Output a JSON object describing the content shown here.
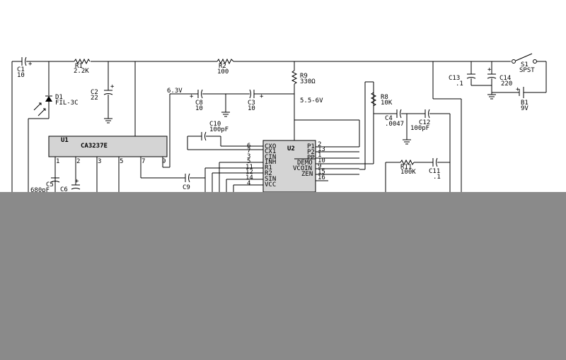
{
  "components": {
    "c1": {
      "ref": "C1",
      "value": "10"
    },
    "r1": {
      "ref": "R1",
      "value": "2.2K"
    },
    "c2": {
      "ref": "C2",
      "value": "22"
    },
    "r2": {
      "ref": "R2",
      "value": "100"
    },
    "r9": {
      "ref": "R9",
      "value": "330Ω"
    },
    "c13": {
      "ref": "C13",
      "value": ".1"
    },
    "c14": {
      "ref": "C14",
      "value": "220"
    },
    "s1": {
      "ref": "S1",
      "value": "SPST"
    },
    "b1": {
      "ref": "B1",
      "value": "9V"
    },
    "d1": {
      "ref": "D1",
      "value": "FIL-3C"
    },
    "c8": {
      "ref": "C8",
      "value": "10"
    },
    "c3": {
      "ref": "C3",
      "value": "10"
    },
    "r8": {
      "ref": "R8",
      "value": "10K"
    },
    "c4": {
      "ref": "C4",
      "value": ".0047"
    },
    "c12": {
      "ref": "C12",
      "value": "100pF"
    },
    "c10": {
      "ref": "C10",
      "value": "100pF"
    },
    "r11": {
      "ref": "R11",
      "value": "100K"
    },
    "c11": {
      "ref": "C11",
      "value": ".1"
    },
    "c9": {
      "ref": "C9",
      "value": ""
    },
    "c5": {
      "ref": "C5",
      "value": "680pF"
    },
    "c6": {
      "ref": "C6",
      "value": ""
    }
  },
  "net_labels": {
    "v63": "6.3V",
    "v556": "5.5-6V"
  },
  "u1": {
    "ref": "U1",
    "part": "CA3237E",
    "pins": [
      "1",
      "2",
      "3",
      "5",
      "7",
      "9"
    ]
  },
  "u2": {
    "ref": "U2",
    "left_pins": [
      {
        "num": "6",
        "name": "CXO"
      },
      {
        "num": "7",
        "name": "CX1"
      },
      {
        "num": "3",
        "name": "CIN"
      },
      {
        "num": "5",
        "name": "INH"
      },
      {
        "num": "11",
        "name": "R1"
      },
      {
        "num": "12",
        "name": "R2"
      },
      {
        "num": "14",
        "name": "SIN"
      },
      {
        "num": "4",
        "name": "VCC"
      }
    ],
    "right_pins": [
      {
        "num": "2",
        "name": "P1"
      },
      {
        "num": "13",
        "name": "P2"
      },
      {
        "num": "1",
        "name": "PP"
      },
      {
        "num": "10",
        "name": "DEMO"
      },
      {
        "num": "9",
        "name": "VCOIN"
      },
      {
        "num": "15",
        "name": "ZEN"
      },
      {
        "num": "16",
        "name": ""
      }
    ]
  },
  "overlay_color": "#8a8a8a"
}
